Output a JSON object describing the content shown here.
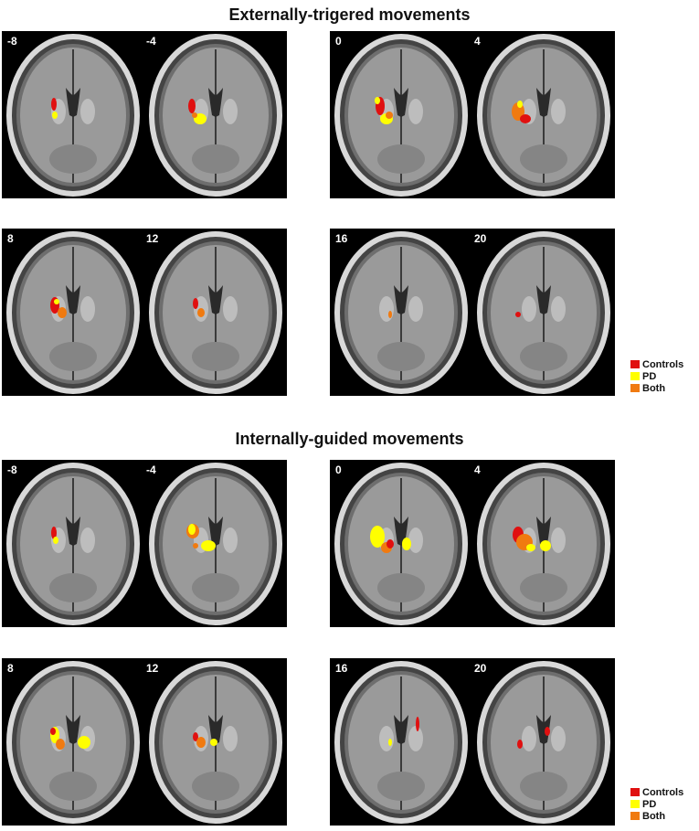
{
  "sections": [
    {
      "title": "Externally-trigered movements",
      "panels": [
        {
          "labels": [
            "-8",
            "-4"
          ]
        },
        {
          "labels": [
            "0",
            "4"
          ]
        },
        {
          "labels": [
            "8",
            "12"
          ]
        },
        {
          "labels": [
            "16",
            "20"
          ]
        }
      ]
    },
    {
      "title": "Internally-guided movements",
      "panels": [
        {
          "labels": [
            "-8",
            "-4"
          ]
        },
        {
          "labels": [
            "0",
            "4"
          ]
        },
        {
          "labels": [
            "8",
            "12"
          ]
        },
        {
          "labels": [
            "16",
            "20"
          ]
        }
      ]
    }
  ],
  "legend": [
    {
      "label": "Controls",
      "color": "#e01010"
    },
    {
      "label": "PD",
      "color": "#ffff00"
    },
    {
      "label": "Both",
      "color": "#f07a10"
    }
  ]
}
